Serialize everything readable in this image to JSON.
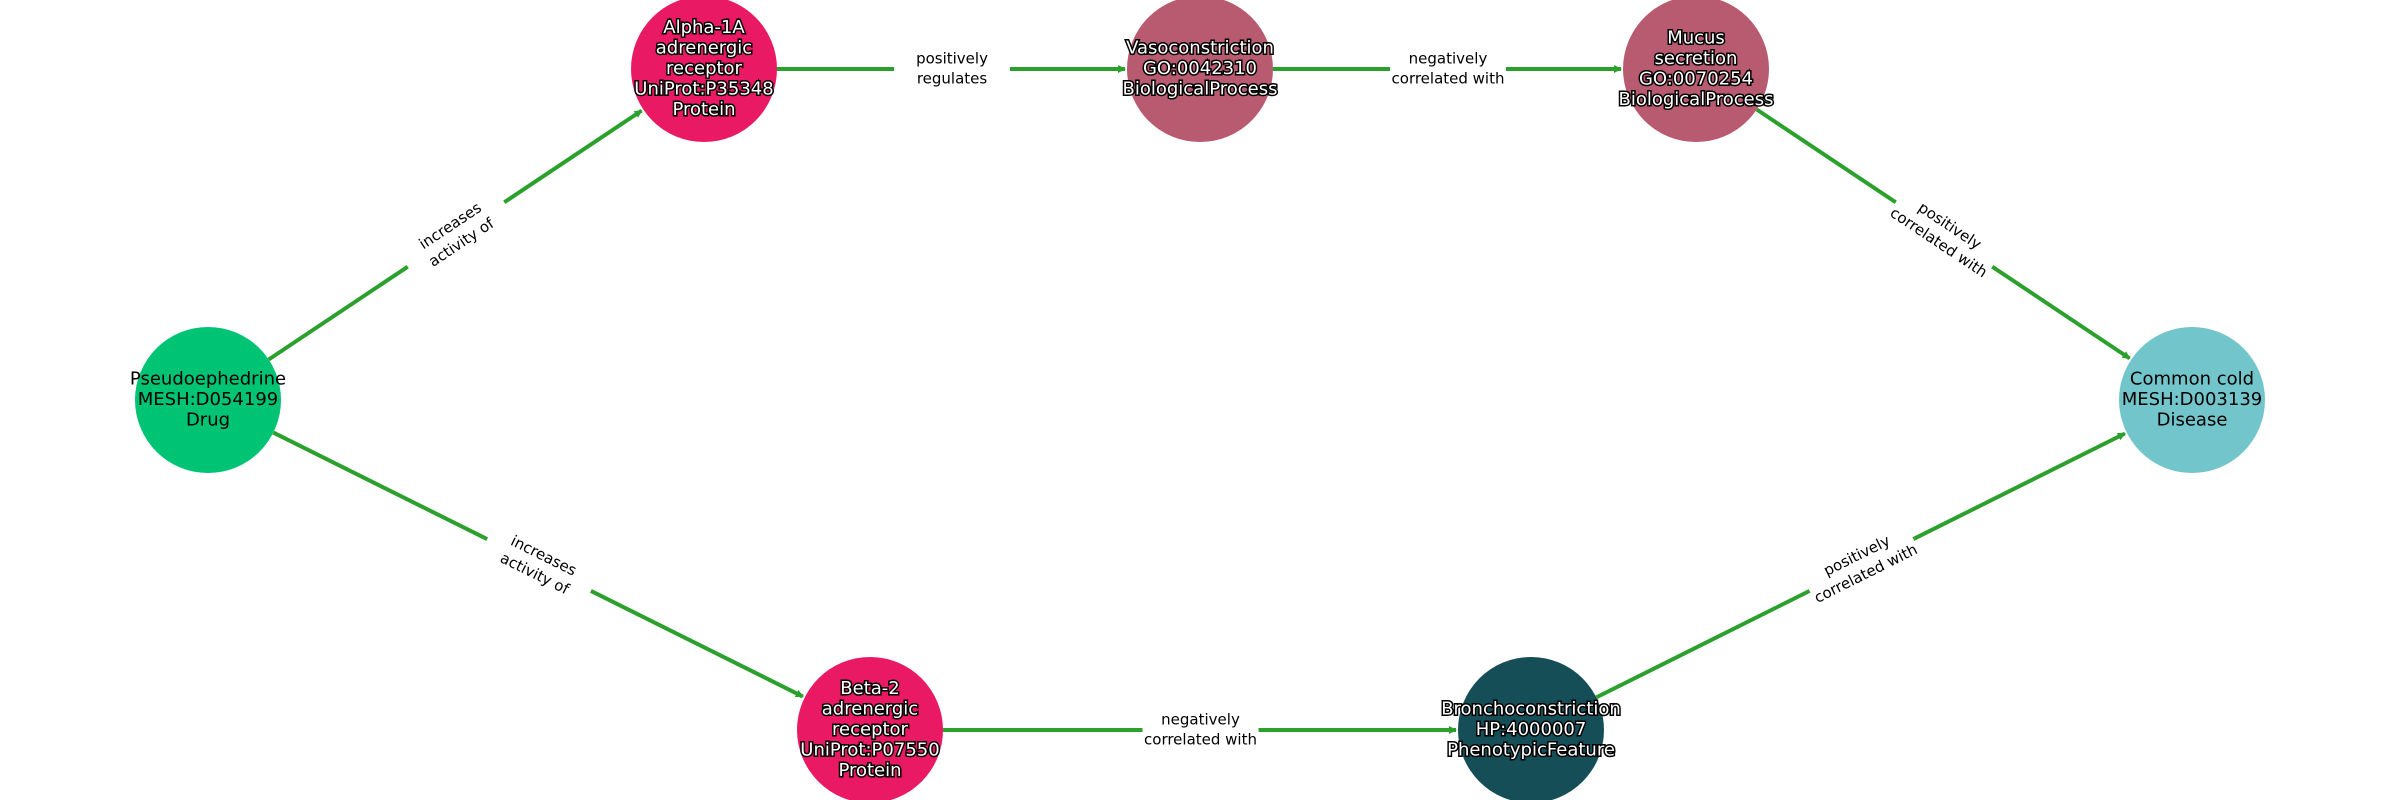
{
  "colors": {
    "edge": "#2ca02c",
    "drug": "#00c373",
    "protein": "#e91a63",
    "process": "#b85a70",
    "disease": "#72c5ca",
    "phenotype": "#164e57"
  },
  "nodes": [
    {
      "id": "pseudoephedrine",
      "lines": [
        "Pseudoephedrine",
        "MESH:D054199",
        "Drug"
      ],
      "type": "drug",
      "outlined": false
    },
    {
      "id": "alpha1a",
      "lines": [
        "Alpha-1A",
        "adrenergic",
        "receptor",
        "UniProt:P35348",
        "Protein"
      ],
      "type": "protein",
      "outlined": true
    },
    {
      "id": "vasoconstriction",
      "lines": [
        "Vasoconstriction",
        "GO:0042310",
        "BiologicalProcess"
      ],
      "type": "process",
      "outlined": true
    },
    {
      "id": "mucus",
      "lines": [
        "Mucus",
        "secretion",
        "GO:0070254",
        "BiologicalProcess"
      ],
      "type": "process",
      "outlined": true
    },
    {
      "id": "commoncold",
      "lines": [
        "Common cold",
        "MESH:D003139",
        "Disease"
      ],
      "type": "disease",
      "outlined": false
    },
    {
      "id": "beta2",
      "lines": [
        "Beta-2",
        "adrenergic",
        "receptor",
        "UniProt:P07550",
        "Protein"
      ],
      "type": "protein",
      "outlined": true
    },
    {
      "id": "bronchoconstriction",
      "lines": [
        "Bronchoconstriction",
        "HP:4000007",
        "PhenotypicFeature"
      ],
      "type": "phenotype",
      "outlined": true
    }
  ],
  "edges": [
    {
      "source": "pseudoephedrine",
      "target": "alpha1a",
      "label": [
        "increases",
        "activity of"
      ]
    },
    {
      "source": "alpha1a",
      "target": "vasoconstriction",
      "label": [
        "positively",
        "regulates"
      ]
    },
    {
      "source": "vasoconstriction",
      "target": "mucus",
      "label": [
        "negatively",
        "correlated with"
      ]
    },
    {
      "source": "mucus",
      "target": "commoncold",
      "label": [
        "positively",
        "correlated with"
      ]
    },
    {
      "source": "pseudoephedrine",
      "target": "beta2",
      "label": [
        "increases",
        "activity of"
      ]
    },
    {
      "source": "beta2",
      "target": "bronchoconstriction",
      "label": [
        "negatively",
        "correlated with"
      ]
    },
    {
      "source": "bronchoconstriction",
      "target": "commoncold",
      "label": [
        "positively",
        "correlated with"
      ]
    }
  ]
}
